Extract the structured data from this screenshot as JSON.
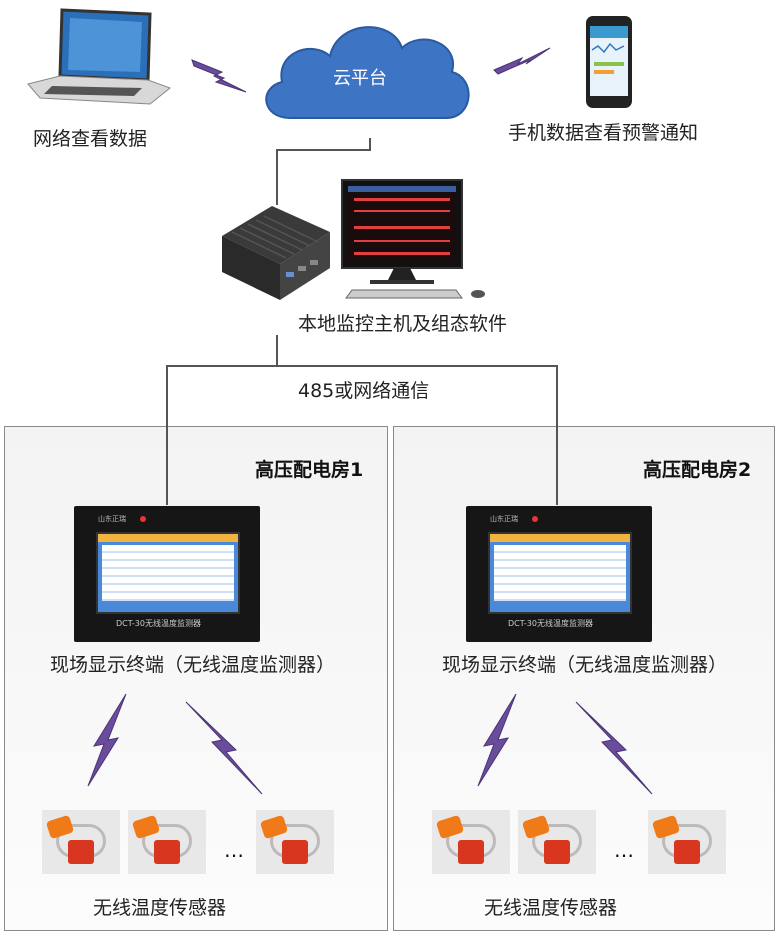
{
  "nodes": {
    "cloud": "云平台",
    "laptop_label": "网络查看数据",
    "phone_label": "手机数据查看预警通知",
    "host_label": "本地监控主机及组态软件",
    "link_label": "485或网络通信"
  },
  "rooms": [
    {
      "title": "高压配电房1",
      "terminal_label": "现场显示终端（无线温度监测器）",
      "screen_caption": "DCT-30无线温度监测器",
      "screen_brand": "山东正瑞",
      "sensor_label": "无线温度传感器",
      "ellipsis": "…"
    },
    {
      "title": "高压配电房2",
      "terminal_label": "现场显示终端（无线温度监测器）",
      "screen_caption": "DCT-30无线温度监测器",
      "screen_brand": "山东正瑞",
      "sensor_label": "无线温度传感器",
      "ellipsis": "…"
    }
  ],
  "colors": {
    "cloud": "#3d74c4",
    "lightning": "#6a4c9c",
    "line": "#555555",
    "screen_header": "#f0b340",
    "screen_bg": "#4a88d8",
    "sensor_orange": "#f07a18",
    "sensor_red": "#d8361f"
  }
}
